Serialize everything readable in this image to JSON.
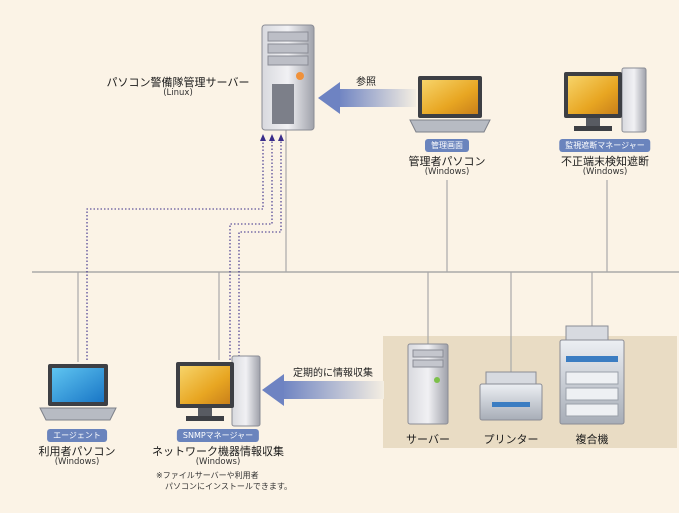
{
  "nodes": {
    "mgmt_server": {
      "title": "パソコン警備隊管理サーバー",
      "subtitle": "(Linux)"
    },
    "admin_pc": {
      "badge": "管理画面",
      "title": "管理者パソコン",
      "subtitle": "(Windows)"
    },
    "intrusion": {
      "badge": "監視遮断マネージャー",
      "title": "不正端末検知遮断",
      "subtitle": "(Windows)"
    },
    "user_pc": {
      "badge": "エージェント",
      "title": "利用者パソコン",
      "subtitle": "(Windows)"
    },
    "snmp": {
      "badge": "SNMPマネージャー",
      "title": "ネットワーク機器情報収集",
      "subtitle": "(Windows)"
    },
    "server": {
      "title": "サーバー"
    },
    "printer": {
      "title": "プリンター"
    },
    "mfp": {
      "title": "複合機"
    }
  },
  "arrows": {
    "reference": "参照",
    "collect": "定期的に情報収集"
  },
  "note": {
    "line1": "※ファイルサーバーや利用者",
    "line2": "パソコンにインストールできます。"
  },
  "colors": {
    "background": "#fbf3e6",
    "network_line": "#a9a9a9",
    "arrow": "#7f92c8",
    "dotted_link": "#3a2d8a",
    "badge": "#6a84bd",
    "device_panel": "#e9dcc4"
  }
}
